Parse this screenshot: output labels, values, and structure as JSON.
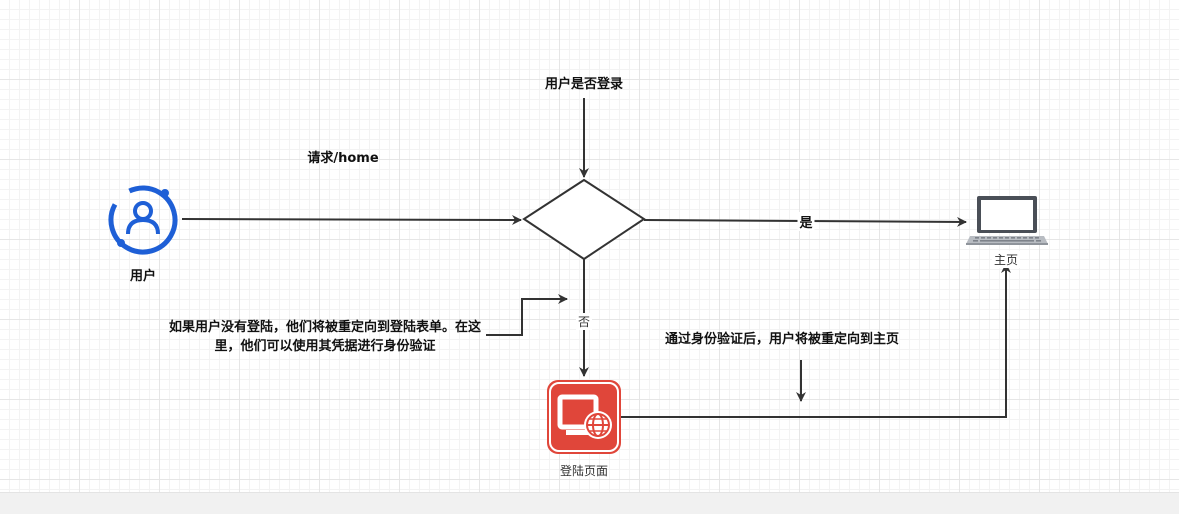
{
  "nodes": {
    "user": {
      "label": "用户"
    },
    "decision_title": {
      "label": "用户是否登录"
    },
    "homepage": {
      "label": "主页"
    },
    "login_page": {
      "label": "登陆页面"
    }
  },
  "edges": {
    "request": {
      "label": "请求/home"
    },
    "yes": {
      "label": "是"
    },
    "no": {
      "label": "否"
    }
  },
  "annotations": {
    "redirect_note": "如果用户没有登陆，他们将被重定向到登陆表单。在这里，他们可以使用其凭据进行身份验证",
    "after_auth_note": "通过身份验证后，用户将被重定向到主页"
  },
  "colors": {
    "user_icon": "#1e5fd6",
    "login_icon": "#e0463a",
    "arrow": "#333333"
  },
  "icons": {
    "user": "user-circle-icon",
    "homepage": "laptop-icon",
    "login_page": "web-browser-icon"
  }
}
